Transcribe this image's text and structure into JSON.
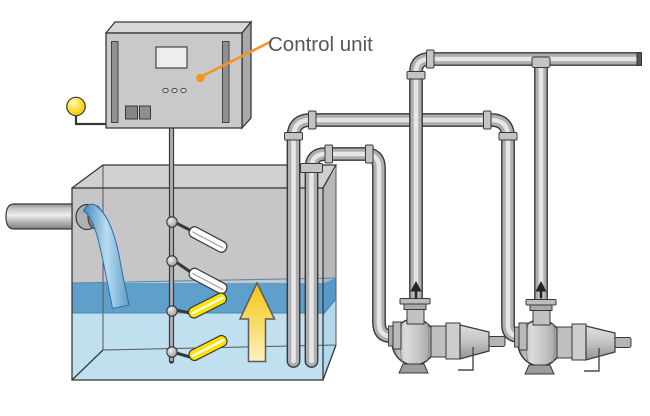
{
  "labels": {
    "control_unit": "Control unit"
  },
  "colors": {
    "accent_orange": "#f7941e",
    "label_text": "#57585a",
    "sensor_active_yellow": "#ffe20a",
    "lamp_yellow": "#ffd500",
    "flow_arrow_yellow": "#f4c50f",
    "water_surface_blue": "#5f9fcb",
    "water_body_blue": "#c0e0f0",
    "metal_gray": "#c9c9cb",
    "outline_dark": "#38383a"
  },
  "sensors": [
    {
      "id": "level-sensor-1",
      "state": "above-water"
    },
    {
      "id": "level-sensor-2",
      "state": "above-water"
    },
    {
      "id": "level-sensor-3",
      "state": "submerged"
    },
    {
      "id": "level-sensor-4",
      "state": "submerged"
    }
  ],
  "pumps": [
    {
      "id": "pump-1",
      "discharge_flow": "up"
    },
    {
      "id": "pump-2",
      "discharge_flow": "up"
    }
  ],
  "tank": {
    "water_flow_arrow": "up",
    "inlet": "left-side-pipe"
  }
}
